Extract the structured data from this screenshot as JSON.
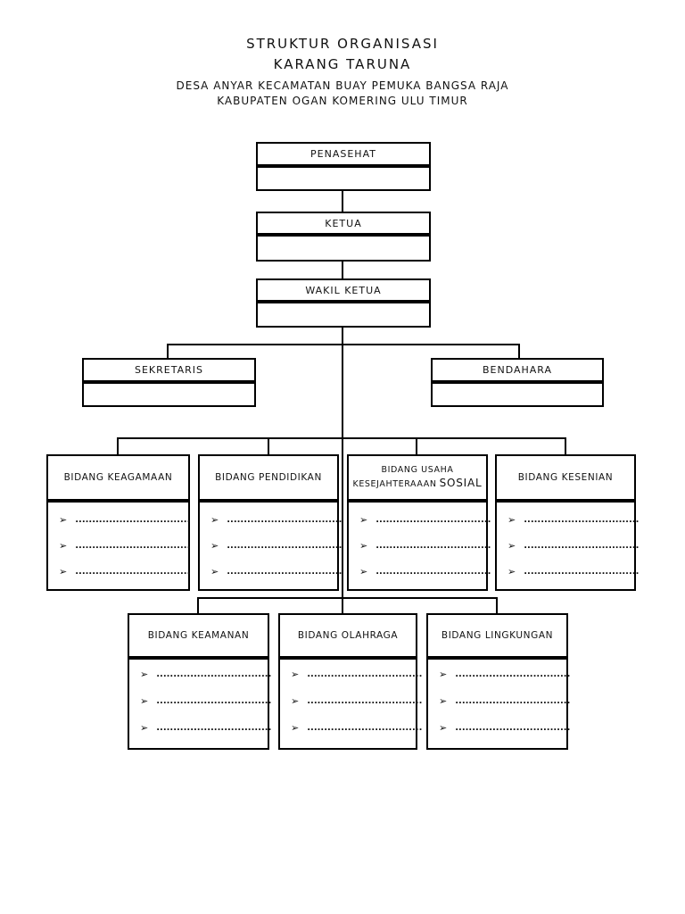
{
  "header": {
    "title1": "STRUKTUR ORGANISASI",
    "title2": "KARANG TARUNA",
    "subtitle1": "DESA ANYAR KECAMATAN BUAY PEMUKA BANGSA RAJA",
    "subtitle2": "KABUPATEN OGAN KOMERING ULU TIMUR"
  },
  "colors": {
    "line": "#000000",
    "background": "#ffffff",
    "text": "#121212"
  },
  "bullet_icon": "➢",
  "nodes": {
    "penasehat": {
      "label": "PENASEHAT"
    },
    "ketua": {
      "label": "KETUA"
    },
    "wakil_ketua": {
      "label": "WAKIL KETUA"
    },
    "sekretaris": {
      "label": "SEKRETARIS"
    },
    "bendahara": {
      "label": "BENDAHARA"
    },
    "keagamaan": {
      "label": "BIDANG KEAGAMAAN",
      "items": [
        "..................................",
        "..................................",
        ".................................."
      ]
    },
    "pendidikan": {
      "label": "BIDANG PENDIDIKAN",
      "items": [
        "..................................",
        "..................................",
        ".................................."
      ]
    },
    "usaha": {
      "label_line1": "BIDANG USAHA",
      "label_line2a": "KESEJAHTERAAAN",
      "label_line2b": "SOSIAL",
      "items": [
        "..................................",
        "..................................",
        ".................................."
      ]
    },
    "kesenian": {
      "label": "BIDANG KESENIAN",
      "items": [
        "..................................",
        "..................................",
        ".................................."
      ]
    },
    "keamanan": {
      "label": "BIDANG KEAMANAN",
      "items": [
        "..................................",
        "..................................",
        ".................................."
      ]
    },
    "olahraga": {
      "label": "BIDANG OLAHRAGA",
      "items": [
        "..................................",
        "..................................",
        ".................................."
      ]
    },
    "lingkungan": {
      "label": "BIDANG LINGKUNGAN",
      "items": [
        "..................................",
        "..................................",
        ".................................."
      ]
    }
  }
}
